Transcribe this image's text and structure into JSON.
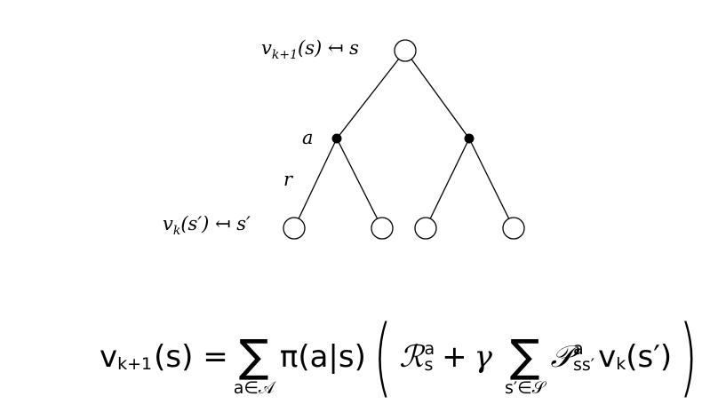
{
  "tree": {
    "root_label": {
      "v": "v",
      "sub": "k+1",
      "rest": "(s) ↤ s"
    },
    "action_label": "a",
    "reward_label": "r",
    "leaf_label": {
      "v": "v",
      "sub": "k",
      "rest": "(s′) ↤ s′"
    }
  },
  "equation": {
    "lhs_v": "v",
    "lhs_sub": "k+1",
    "lhs_rest": "(s) =",
    "sum1": "∑",
    "sum1_under": "a∈𝒜",
    "policy": "π(a|s)",
    "lparen": "(",
    "reward": "ℛ",
    "reward_sup": "a",
    "reward_sub": "s",
    "plus": "+",
    "gamma": "γ",
    "sum2": "∑",
    "sum2_under": "s′∈𝒮",
    "trans": "𝒫",
    "trans_sup": "a",
    "trans_sub": "ss′",
    "value_v": "v",
    "value_sub": "k",
    "value_rest": "(s′)",
    "rparen": ")"
  }
}
